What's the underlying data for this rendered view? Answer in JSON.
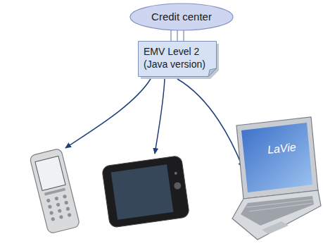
{
  "diagram": {
    "nodes": [
      {
        "text": [
          "Credit center"
        ]
      },
      {
        "text": [
          "EMV Level 2 (Java version)"
        ]
      }
    ],
    "edges": [
      {
        "from": 0,
        "to": 1,
        "arrow": "none"
      },
      {
        "from": 0,
        "to": 1,
        "arrow": "none"
      },
      {
        "from": 0,
        "to": 1,
        "arrow": "none"
      }
    ],
    "labels": [
      "LaVie"
    ]
  }
}
